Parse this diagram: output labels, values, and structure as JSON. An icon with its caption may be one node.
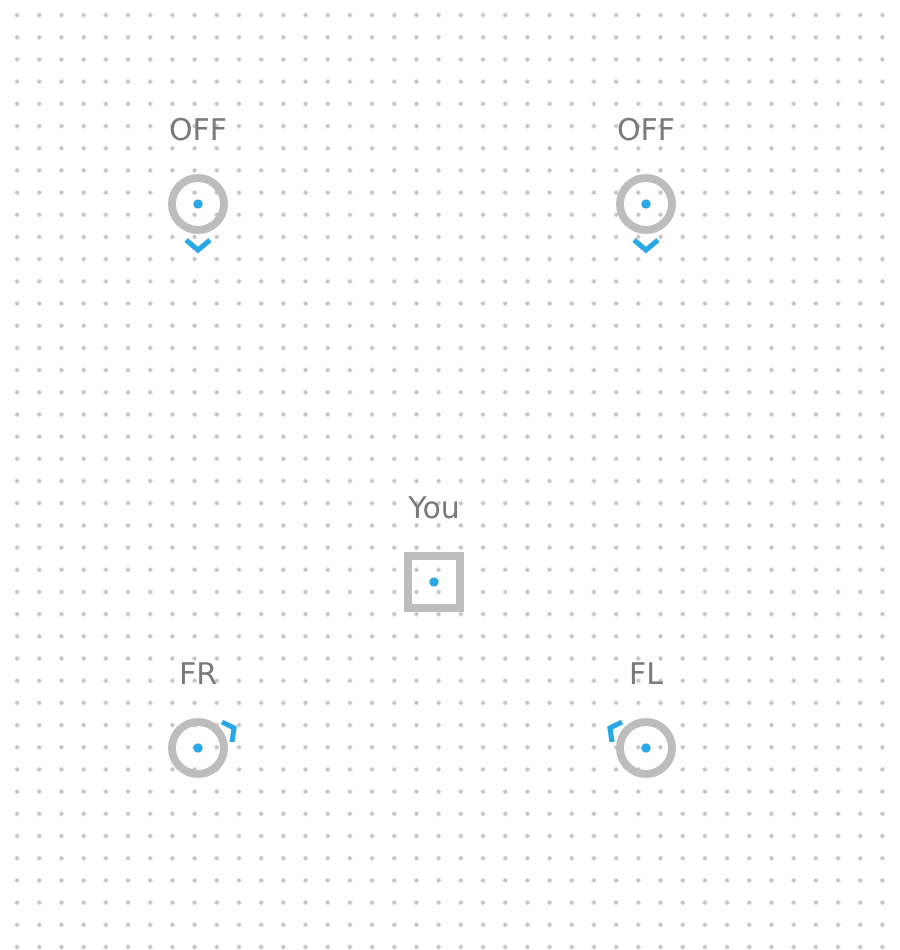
{
  "diagram": {
    "nodes": [
      {
        "text": [
          "OFF"
        ]
      },
      {
        "text": [
          "OFF"
        ]
      },
      {
        "text": [
          "You"
        ]
      },
      {
        "text": [
          "FR"
        ]
      },
      {
        "text": [
          "FL"
        ]
      }
    ]
  }
}
